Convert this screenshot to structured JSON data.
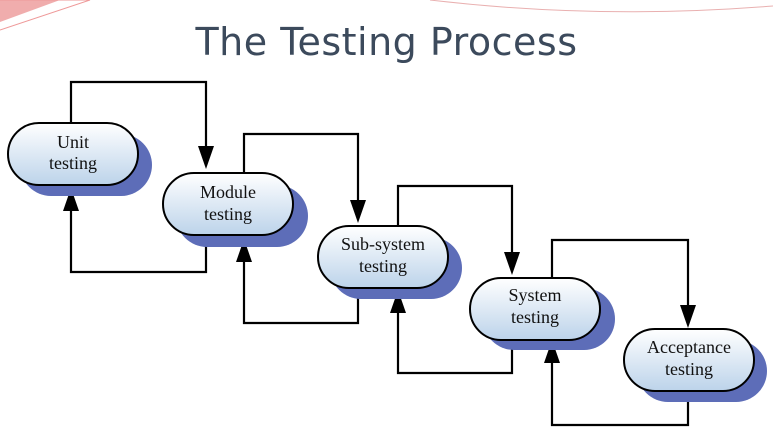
{
  "title": "The Testing Process",
  "colors": {
    "box_fill_light": "#ffffff",
    "box_fill_dark": "#bcd3ea",
    "shadow": "#5d6db8",
    "line": "#000000",
    "title": "#3c4a5c",
    "corner_accent": "#e46a6a"
  },
  "stages": [
    {
      "id": "unit",
      "line1": "Unit",
      "line2": "testing"
    },
    {
      "id": "module",
      "line1": "Module",
      "line2": "testing"
    },
    {
      "id": "subsystem",
      "line1": "Sub-system",
      "line2": "testing"
    },
    {
      "id": "system",
      "line1": "System",
      "line2": "testing"
    },
    {
      "id": "acceptance",
      "line1": "Acceptance",
      "line2": "testing"
    }
  ]
}
